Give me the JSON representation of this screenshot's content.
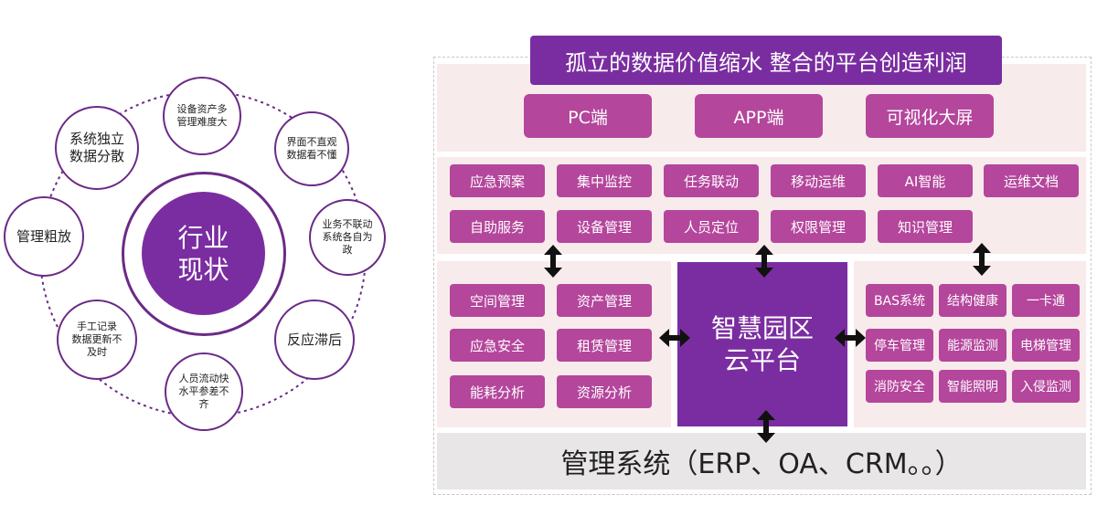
{
  "left": {
    "center": "行业\n现状",
    "satellites": [
      {
        "id": "s1",
        "text": "设备资产多\n管理难度大"
      },
      {
        "id": "s2",
        "text": "界面不直观\n数据看不懂"
      },
      {
        "id": "s3",
        "text": "业务不联动\n系统各自为\n政"
      },
      {
        "id": "s4",
        "text": "反应滞后"
      },
      {
        "id": "s5",
        "text": "人员流动快\n水平参差不\n齐"
      },
      {
        "id": "s6",
        "text": "手工记录\n数据更新不\n及时"
      },
      {
        "id": "s7",
        "text": "管理粗放"
      },
      {
        "id": "s8",
        "text": "系统独立\n数据分散"
      }
    ]
  },
  "right": {
    "title": "孤立的数据价值缩水 整合的平台创造利润",
    "clients": [
      "PC端",
      "APP端",
      "可视化大屏"
    ],
    "apps_row1": [
      "应急预案",
      "集中监控",
      "任务联动",
      "移动运维",
      "AI智能",
      "运维文档"
    ],
    "apps_row2": [
      "自助服务",
      "设备管理",
      "人员定位",
      "权限管理",
      "知识管理"
    ],
    "left_modules": [
      "空间管理",
      "资产管理",
      "应急安全",
      "租赁管理",
      "能耗分析",
      "资源分析"
    ],
    "core": "智慧园区\n云平台",
    "right_modules": [
      "BAS系统",
      "结构健康",
      "一卡通",
      "停车管理",
      "能源监测",
      "电梯管理",
      "消防安全",
      "智能照明",
      "入侵监测"
    ],
    "mgmt": "管理系统（ERP、OA、CRM。。）"
  },
  "colors": {
    "purple": "#7a2da0",
    "magenta": "#b4469c",
    "pink_bg": "#f8ebeb",
    "gray_bg": "#e8e6e6"
  }
}
